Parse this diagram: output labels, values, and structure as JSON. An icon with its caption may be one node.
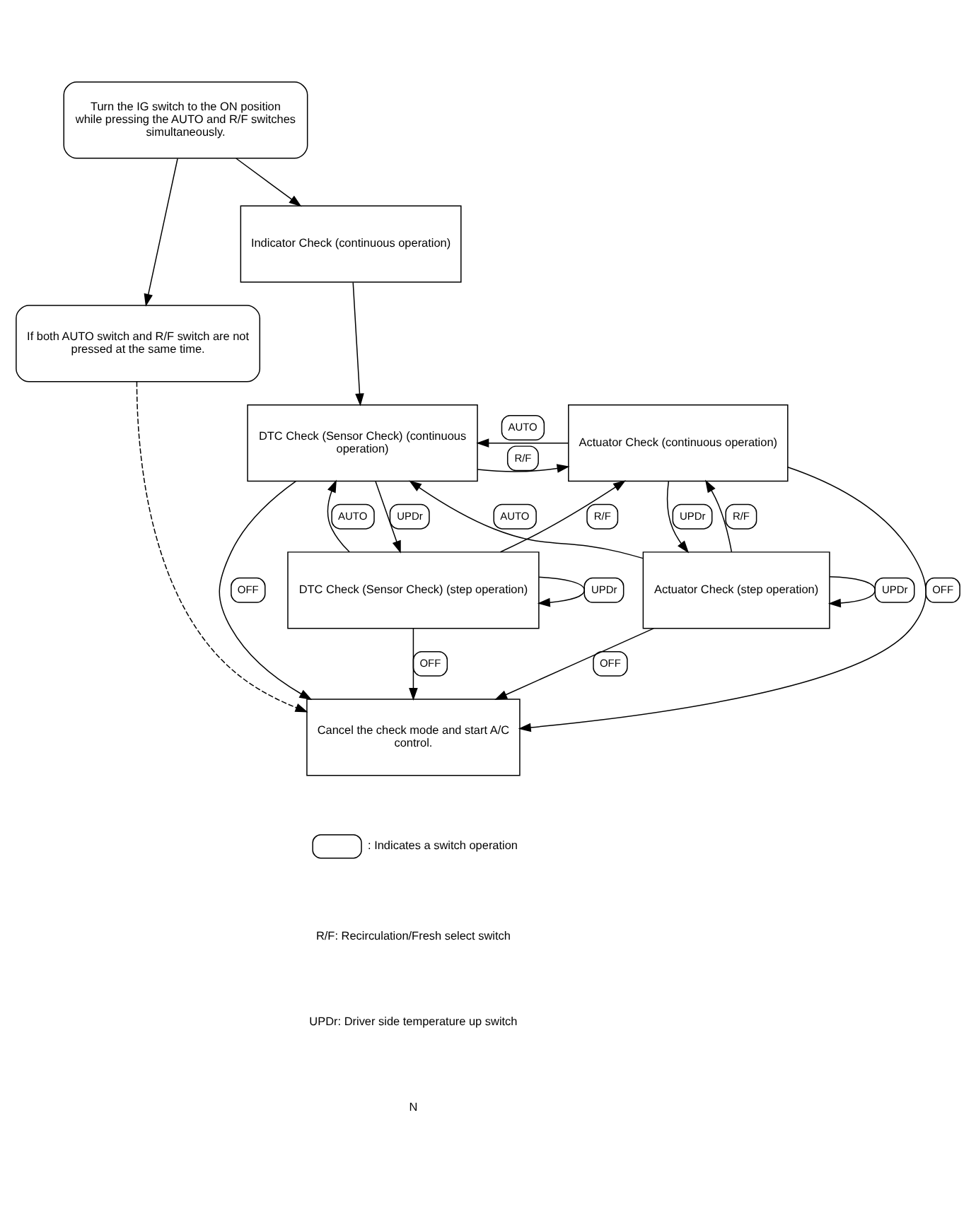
{
  "diagram": {
    "nodes": [
      {
        "text": [
          "Turn the IG switch to the ON position while pressing the AUTO and R/F switches simultaneously."
        ]
      },
      {
        "text": [
          "If both AUTO switch and R/F switch are not pressed at the same time."
        ]
      },
      {
        "text": [
          "Indicator Check (continuous operation)"
        ]
      },
      {
        "text": [
          "DTC Check (Sensor Check) (continuous operation)"
        ]
      },
      {
        "text": [
          "DTC Check (Sensor Check) (step operation)"
        ]
      },
      {
        "text": [
          "Actuator Check (continuous operation)"
        ]
      },
      {
        "text": [
          "Actuator Check (step operation)"
        ]
      },
      {
        "text": [
          "Cancel the check mode and start A/C control."
        ]
      }
    ],
    "edges": [
      {
        "from": 0,
        "to": 2,
        "arrow": "to"
      },
      {
        "from": 0,
        "to": 1,
        "arrow": "to"
      },
      {
        "from": 1,
        "to": 7,
        "arrow": "to",
        "style": "dashed"
      },
      {
        "from": 2,
        "to": 3,
        "arrow": "to"
      },
      {
        "from": 3,
        "to": 5,
        "arrow": "to",
        "label": "R/F"
      },
      {
        "from": 5,
        "to": 3,
        "arrow": "to",
        "label": "AUTO"
      },
      {
        "from": 3,
        "to": 4,
        "arrow": "to",
        "label": "UPDr"
      },
      {
        "from": 4,
        "to": 5,
        "arrow": "to",
        "label": "R/F"
      },
      {
        "from": 4,
        "to": 3,
        "arrow": "to",
        "label": "AUTO"
      },
      {
        "from": 5,
        "to": 6,
        "arrow": "to",
        "label": "UPDr"
      },
      {
        "from": 6,
        "to": 5,
        "arrow": "to",
        "label": "R/F"
      },
      {
        "from": 6,
        "to": 3,
        "arrow": "to",
        "label": "AUTO"
      },
      {
        "from": 4,
        "to": 4,
        "arrow": "to",
        "label": "UPDr"
      },
      {
        "from": 6,
        "to": 6,
        "arrow": "to",
        "label": "UPDr"
      },
      {
        "from": 3,
        "to": 7,
        "arrow": "to",
        "label": "OFF"
      },
      {
        "from": 4,
        "to": 7,
        "arrow": "to",
        "label": "OFF"
      },
      {
        "from": 5,
        "to": 7,
        "arrow": "to",
        "label": "OFF"
      },
      {
        "from": 6,
        "to": 7,
        "arrow": "to",
        "label": "OFF"
      }
    ],
    "labels": [
      "R/F: Recirculation/Fresh select switch",
      "UPDr: Driver side temperature up switch",
      "N"
    ],
    "legend": [
      {
        "text": ": Indicates a switch operation"
      }
    ]
  }
}
